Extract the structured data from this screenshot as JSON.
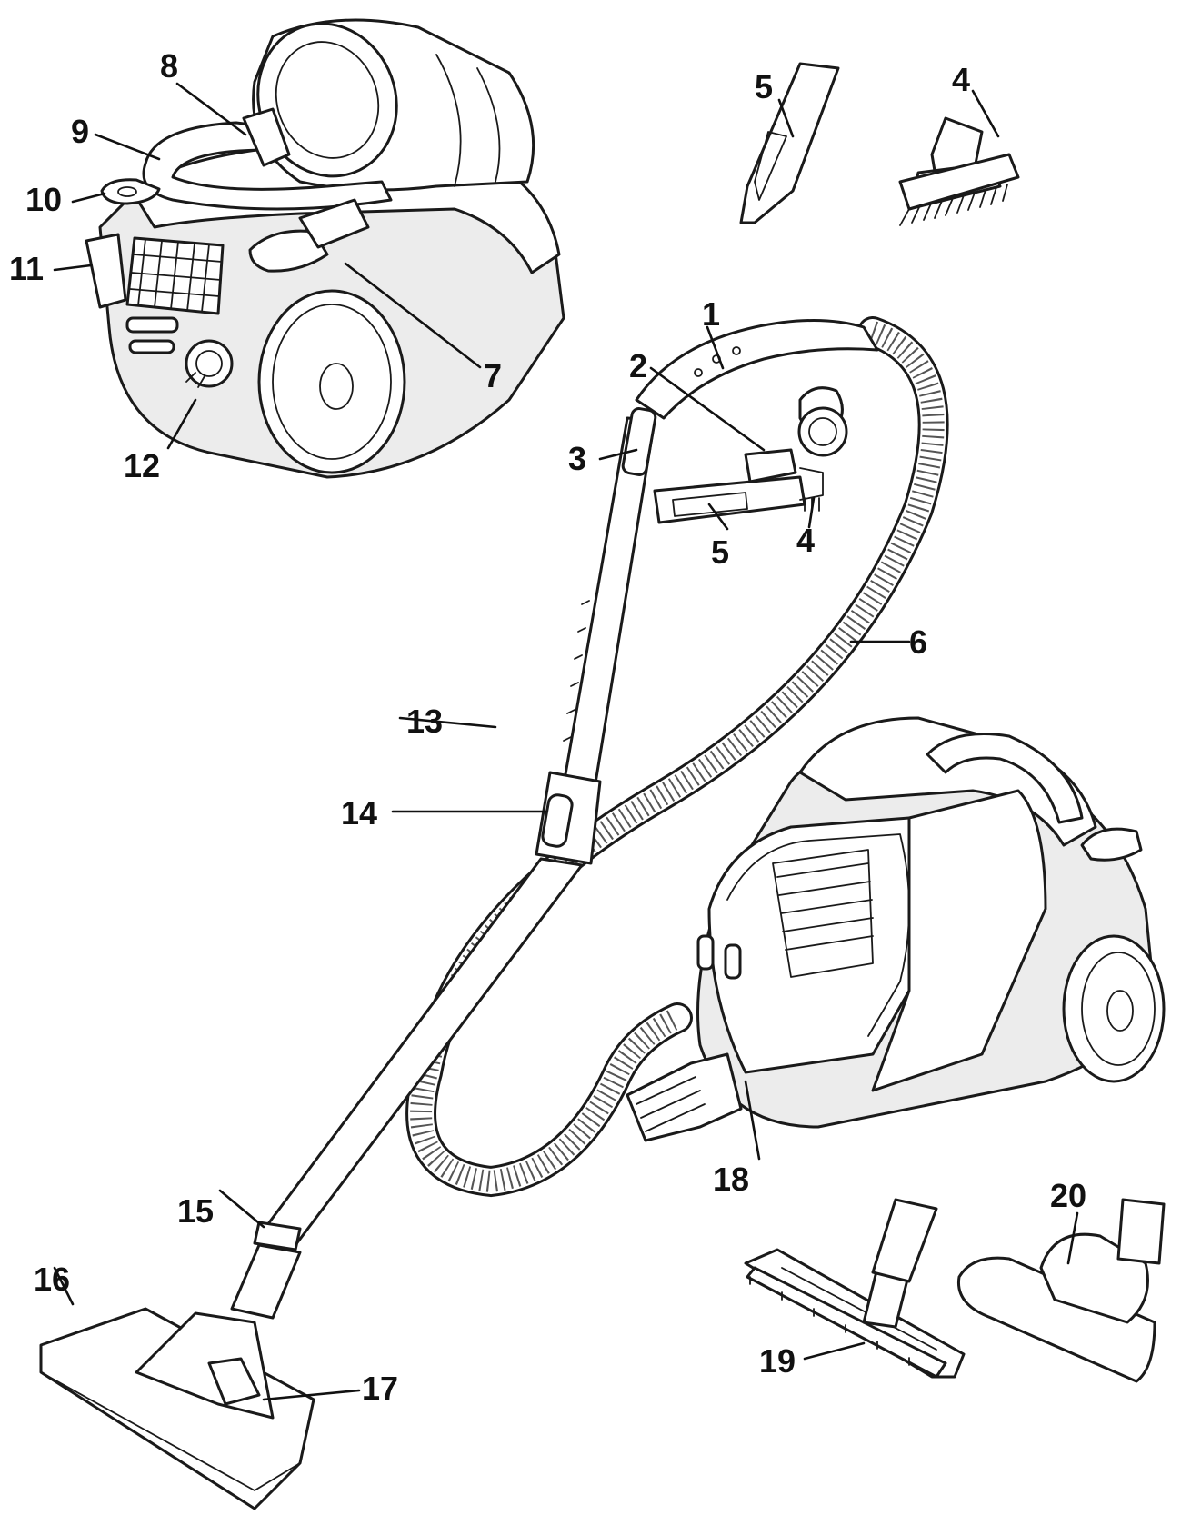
{
  "labels": [
    {
      "id": "1",
      "text": "1"
    },
    {
      "id": "2",
      "text": "2"
    },
    {
      "id": "3",
      "text": "3"
    },
    {
      "id": "4a",
      "text": "4"
    },
    {
      "id": "4b",
      "text": "4"
    },
    {
      "id": "5a",
      "text": "5"
    },
    {
      "id": "5b",
      "text": "5"
    },
    {
      "id": "6",
      "text": "6"
    },
    {
      "id": "7",
      "text": "7"
    },
    {
      "id": "8",
      "text": "8"
    },
    {
      "id": "9",
      "text": "9"
    },
    {
      "id": "10",
      "text": "10"
    },
    {
      "id": "11",
      "text": "11"
    },
    {
      "id": "12",
      "text": "12"
    },
    {
      "id": "13",
      "text": "13"
    },
    {
      "id": "14",
      "text": "14"
    },
    {
      "id": "15",
      "text": "15"
    },
    {
      "id": "16",
      "text": "16"
    },
    {
      "id": "17",
      "text": "17"
    },
    {
      "id": "18",
      "text": "18"
    },
    {
      "id": "19",
      "text": "19"
    },
    {
      "id": "20",
      "text": "20"
    }
  ]
}
